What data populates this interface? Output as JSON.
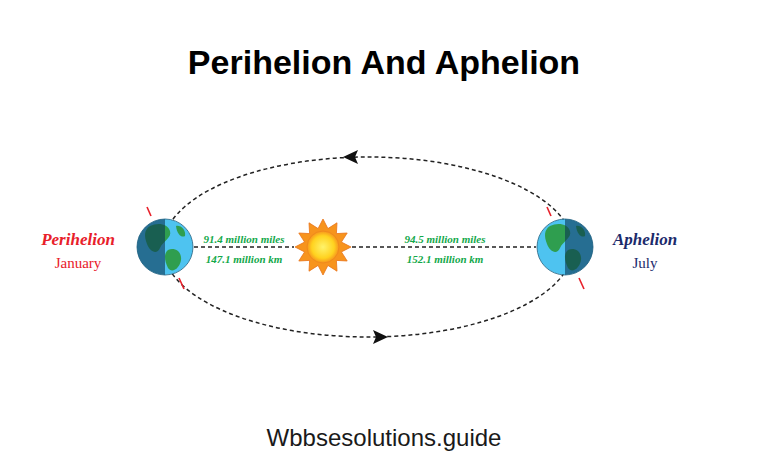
{
  "diagram": {
    "title": "Perihelion And Aphelion",
    "caption": "Wbbsesolutions.guide",
    "labels": [
      "Perihelion",
      "January",
      "91.4 million miles",
      "147.1 million km",
      "94.5 million miles",
      "152.1 million km",
      "Aphelion",
      "July"
    ]
  }
}
